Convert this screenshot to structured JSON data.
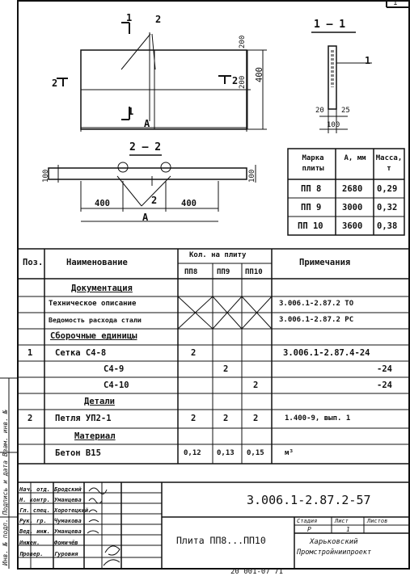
{
  "plan_view": {
    "mark_2": "2",
    "section_11_top": "1",
    "section_11_bottom": "1",
    "section_22_left": "2",
    "section_22_right": "2",
    "dim_200_top": "200",
    "dim_200_bottom": "200",
    "dim_400": "400",
    "dim_A": "A"
  },
  "section_1_1": {
    "title": "1 — 1",
    "mark_1": "1",
    "dim_20": "20",
    "dim_25": "25",
    "dim_100": "100"
  },
  "section_2_2": {
    "title": "2 — 2",
    "dim_100_left": "100",
    "dim_100_right": "100",
    "dim_400_left": "400",
    "dim_400_right": "400",
    "mark_2": "2",
    "dim_A": "A"
  },
  "mass_table": {
    "headers": [
      "Марка плиты",
      "А, мм",
      "Масса, т"
    ],
    "rows": [
      [
        "ПП 8",
        "2680",
        "0,29"
      ],
      [
        "ПП 9",
        "3000",
        "0,32"
      ],
      [
        "ПП 10",
        "3600",
        "0,38"
      ]
    ]
  },
  "spec_table": {
    "h_pos": "Поз.",
    "h_name": "Наименование",
    "h_qty": "Кол. на плиту",
    "h_pp8": "ПП8",
    "h_pp9": "ПП9",
    "h_pp10": "ПП10",
    "h_note": "Примечания",
    "sec_docs": "Документация",
    "row_tech": "Техническое описание",
    "row_tech_note": "3.006.1-2.87.2   ТО",
    "row_stal": "Ведомость расхода стали",
    "row_stal_note": "3.006.1-2.87.2   РС",
    "sec_asm": "Сборочные единицы",
    "pos_1": "1",
    "row_c48": "Сетка  С4-8",
    "c48_pp8": "2",
    "c48_note": "3.006.1-2.87.4-24",
    "row_c49": "С4-9",
    "c49_pp9": "2",
    "c49_note": "-24",
    "row_c410": "С4-10",
    "c410_pp10": "2",
    "c410_note": "-24",
    "sec_parts": "Детали",
    "pos_2": "2",
    "row_loop": "Петля  УП2-1",
    "loop_pp8": "2",
    "loop_pp9": "2",
    "loop_pp10": "2",
    "loop_note": "1.400-9, вып. 1",
    "sec_mat": "Материал",
    "row_beton": "Бетон   В15",
    "beton_pp8": "0,12",
    "beton_pp9": "0,13",
    "beton_pp10": "0,15",
    "beton_note": "м³"
  },
  "title_block": {
    "designation": "3.006.1-2.87.2-57",
    "title": "Плита ПП8...ПП10",
    "stage_h": "Стадия",
    "sheet_h": "Лист",
    "sheets_h": "Листов",
    "stage": "Р",
    "sheet": "1",
    "org_1": "Харьковский",
    "org_2": "Промстройниипроект",
    "roles": [
      "Нач. отд.",
      "Н. контр.",
      "Гл. спец.",
      "Рук. гр.",
      "Вед. инж.",
      "Инжен.",
      "Провер."
    ],
    "names": [
      "Бродский",
      "Уманцева",
      "Хоротецкий",
      "Чумакова",
      "Уманцева",
      "Фомичёв",
      "Гуровия"
    ]
  },
  "margin": {
    "vertical_text": "Инв. № подл.   Подпись и дата   Взам. инв. №"
  },
  "footer": {
    "bottom_code": "20 001-07   71"
  },
  "corner": {
    "sheet_no": "1"
  }
}
